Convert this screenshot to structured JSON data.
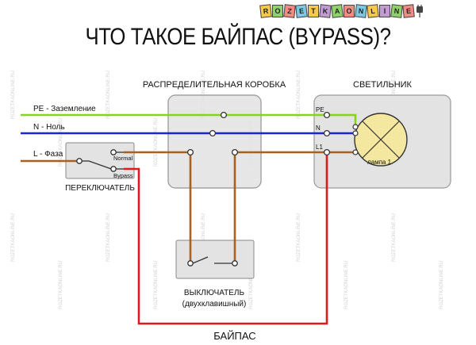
{
  "logo": {
    "letters": [
      "R",
      "O",
      "Z",
      "E",
      "T",
      "K",
      "A",
      "O",
      "N",
      "L",
      "I",
      "N",
      "E"
    ],
    "tile_colors": [
      "#f7c948",
      "#8fd16a",
      "#f28b82",
      "#7ec8e3",
      "#f7c948",
      "#c39bd3",
      "#8fd16a",
      "#f28b82",
      "#7ec8e3",
      "#f7c948",
      "#c39bd3",
      "#8fd16a",
      "#f28b82"
    ],
    "plug_icon": "plug-icon"
  },
  "title": "ЧТО ТАКОЕ БАЙПАС (BYPASS)?",
  "labels": {
    "junction_box": "РАСПРЕДЕЛИТЕЛЬНАЯ КОРОБКА",
    "lamp_fixture": "СВЕТИЛЬНИК",
    "pe_wire": "PE - Заземление",
    "n_wire": "N - Ноль",
    "l_wire": "L - Фаза",
    "switcher": "ПЕРЕКЛЮЧАТЕЛЬ",
    "normal": "Normal",
    "bypass_pos": "Bypass",
    "pe_term": "PE",
    "n_term": "N",
    "l1_term": "L1",
    "lamp": "лампа 1",
    "switch_title": "ВЫКЛЮЧАТЕЛЬ",
    "switch_sub": "(двухклавишный)",
    "bypass": "БАЙПАС"
  },
  "watermark": "ROZETKAONLINE.RU",
  "colors": {
    "pe": "#88d21c",
    "n": "#1b24d6",
    "l": "#a8611f",
    "bypass": "#e0191c",
    "box_fill": "#e3e3e3",
    "box_stroke": "#9a9a9a",
    "lamp_fill": "#f4e7a0"
  }
}
